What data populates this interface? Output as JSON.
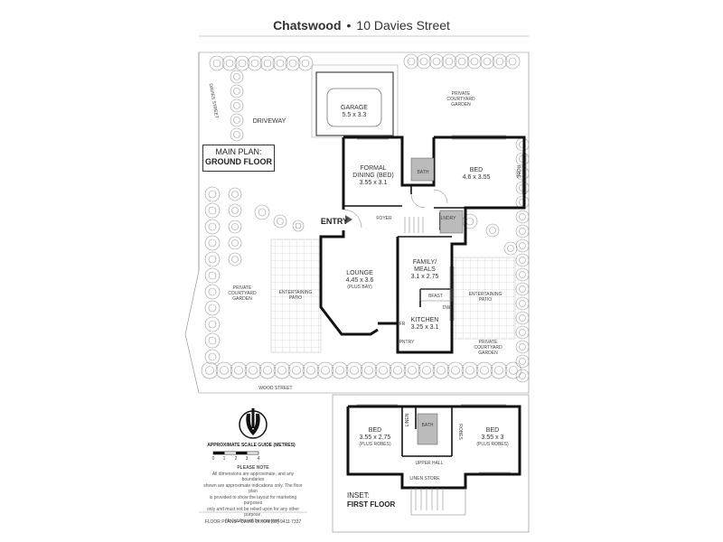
{
  "header": {
    "suburb": "Chatswood",
    "address": "10 Davies Street"
  },
  "streets": {
    "davies": "DAVIES STREET",
    "wood": "WOOD STREET"
  },
  "main_plan": {
    "line1": "MAIN PLAN:",
    "line2": "GROUND FLOOR"
  },
  "inset": {
    "line1": "INSET:",
    "line2": "FIRST FLOOR"
  },
  "ground": {
    "driveway": "DRIVEWAY",
    "garage_name": "GARAGE",
    "garage_dim": "5.5 x 3.3",
    "courtyard_top_1": "PRIVATE",
    "courtyard_top_2": "COURTYARD",
    "courtyard_top_3": "GARDEN",
    "dining_1": "FORMAL",
    "dining_2": "DINING (BED)",
    "dining_dim": "3.55 x 3.1",
    "bath": "BATH",
    "bed_name": "BED",
    "bed_dim": "4.6 x 3.55",
    "robe": "ROBE",
    "entry": "ENTRY",
    "foyer": "FOYER",
    "lndry": "LNDRY",
    "lounge_name": "LOUNGE",
    "lounge_dim": "4.45 x 3.6",
    "lounge_extra": "(PLUS BAY)",
    "family_1": "FAMILY/",
    "family_2": "MEALS",
    "family_dim": "3.1 x 2.75",
    "bfast": "BFAST",
    "dw": "DW",
    "kitchen_name": "KITCHEN",
    "kitchen_dim": "3.25 x 3.1",
    "pntry": "PNTRY",
    "fr": "FR",
    "courtyard_left_1": "PRIVATE",
    "courtyard_left_2": "COURTYARD",
    "courtyard_left_3": "GARDEN",
    "patio_left_1": "ENTERTAINING",
    "patio_left_2": "PATIO",
    "patio_right_1": "ENTERTAINING",
    "patio_right_2": "PATIO",
    "courtyard_br_1": "PRIVATE",
    "courtyard_br_2": "COURTYARD",
    "courtyard_br_3": "GARDEN"
  },
  "first": {
    "bed1_name": "BED",
    "bed1_dim": "3.55 x 2.75",
    "bed1_extra": "(PLUS ROBES)",
    "bath": "BATH",
    "linen": "LINEN",
    "bed2_name": "BED",
    "bed2_dim": "3.55 x 3",
    "bed2_extra": "(PLUS ROBES)",
    "robes": "ROBES",
    "upper_hall": "UPPER HALL",
    "linen_store": "LINEN STORE"
  },
  "scale": {
    "title": "APPROXIMATE SCALE GUIDE (METRES)",
    "ticks": [
      "0",
      "1",
      "2",
      "3",
      "4"
    ]
  },
  "note": {
    "title": "PLEASE NOTE",
    "lines": [
      "All dimensions are approximate, and any boundaries",
      "shown are approximate indications only. The floor plan",
      "is provided to show the layout for marketing purposes",
      "only and must not be relied upon for any other purpose.",
      "No liability will be accepted."
    ]
  },
  "credit": "FLOOR PLANS • DAVID DIXON (02) 9411 7337"
}
